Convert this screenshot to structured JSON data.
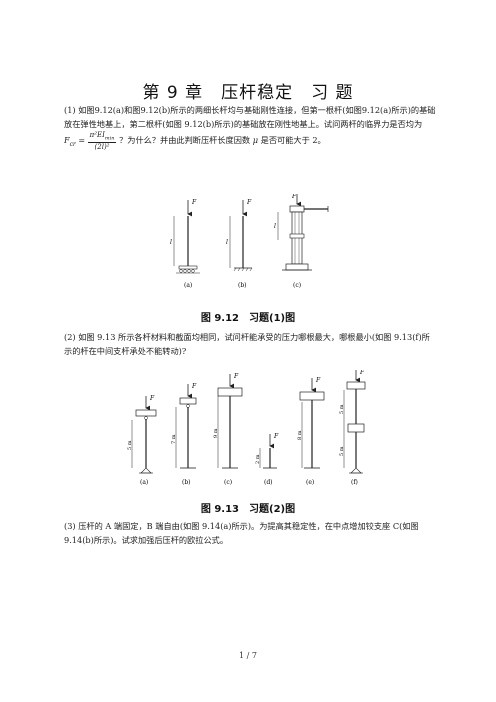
{
  "page": {
    "title": "第 9 章　压杆稳定　习 题",
    "footer": "1 / 7"
  },
  "problem1": {
    "text_a": "(1)  如图9.12(a)和图9.12(b)所示的两细长杆均与基础刚性连接，但第一根杆(如图9.12(a)所示)的基础放在弹性地基上，第二根杆(如图 9.12(b)所示)的基础放在刚性地基上。试问两杆的临界力是否均为",
    "formula_lhs": "F",
    "formula_sub": "cr",
    "formula_num": "π²EI",
    "formula_num_sub": "min",
    "formula_den": "(2l)²",
    "text_b": "？为什么？并由此判断压杆长度因数",
    "mu": "μ",
    "text_c": "是否可能大于 2。"
  },
  "figure912": {
    "load_label": "F",
    "length_label": "l",
    "sub_a": "(a)",
    "sub_b": "(b)",
    "sub_c": "(c)",
    "caption": "图 9.12　习题(1)图"
  },
  "problem2": {
    "text": "(2)  如图 9.13 所示各杆材料和截面均相同，试问杆能承受的压力哪根最大，哪根最小(如图 9.13(f)所示的杆在中间支杆承处不能转动)?"
  },
  "figure913": {
    "load_label": "F",
    "len_a": "5 m",
    "len_b": "7 m",
    "len_c": "9 m",
    "len_d": "2 m",
    "len_e": "8 m",
    "len_f1": "5 m",
    "len_f2": "5 m",
    "sub_a": "(a)",
    "sub_b": "(b)",
    "sub_c": "(c)",
    "sub_d": "(d)",
    "sub_e": "(e)",
    "sub_f": "(f)",
    "caption": "图 9.13　习题(2)图"
  },
  "problem3": {
    "text": "(3)  压杆的 A 端固定，B 端自由(如图 9.14(a)所示)。为提高其稳定性，在中点增加铰支座 C(如图 9.14(b)所示)。试求加强后压杆的欧拉公式。"
  }
}
